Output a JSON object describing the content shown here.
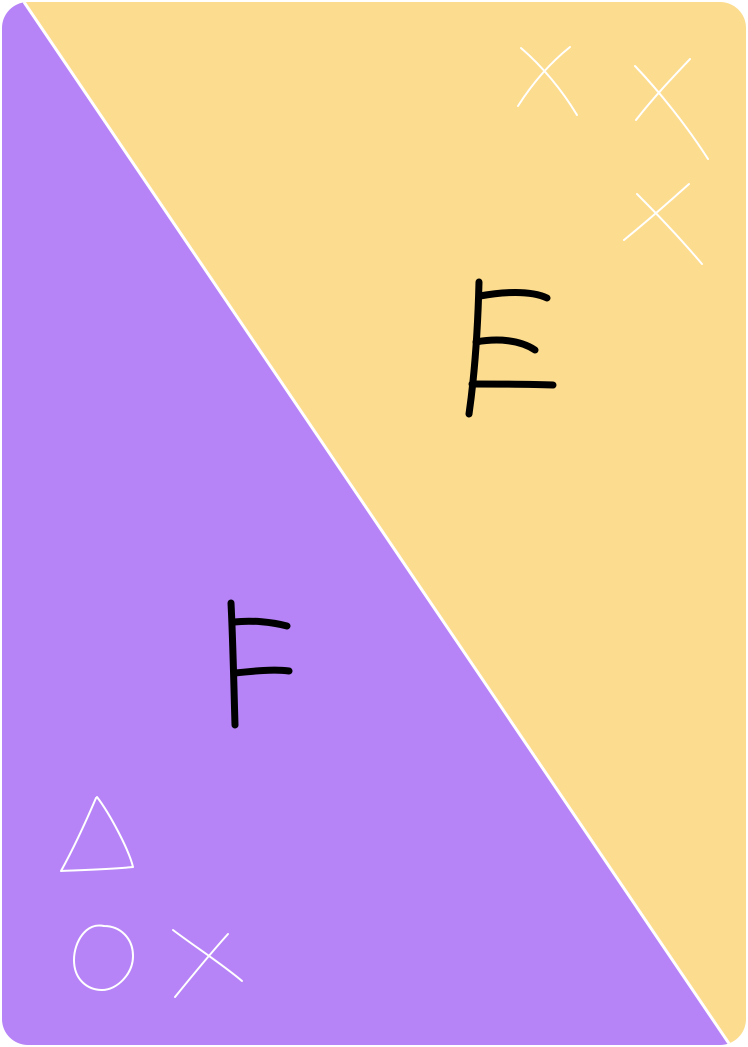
{
  "card": {
    "colors": {
      "top_right_region": "#fcdc8e",
      "bottom_left_region": "#b684f6",
      "divider": "#ffffff",
      "letters": "#000000",
      "symbols": "#ffffff"
    },
    "regions": [
      {
        "id": "yellow",
        "letter": "E",
        "symbols": [
          "x-mark",
          "x-mark",
          "x-mark"
        ]
      },
      {
        "id": "purple",
        "letter": "F",
        "symbols": [
          "triangle",
          "circle",
          "x-mark"
        ]
      }
    ]
  }
}
